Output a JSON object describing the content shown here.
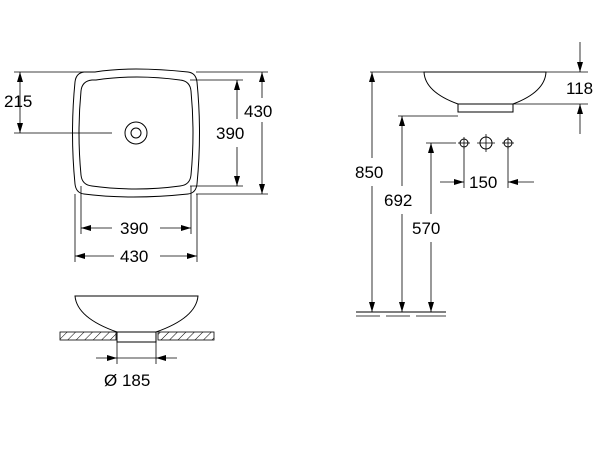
{
  "dimensions": {
    "top_left_depth": "215",
    "top_inner_height": "390",
    "top_outer_height": "430",
    "top_inner_width": "390",
    "top_outer_width": "430",
    "drain_diameter": "Ø 185",
    "side_height": "118",
    "floor_to_rim": "850",
    "floor_to_base": "692",
    "floor_to_taps": "570",
    "tap_spacing": "150"
  }
}
